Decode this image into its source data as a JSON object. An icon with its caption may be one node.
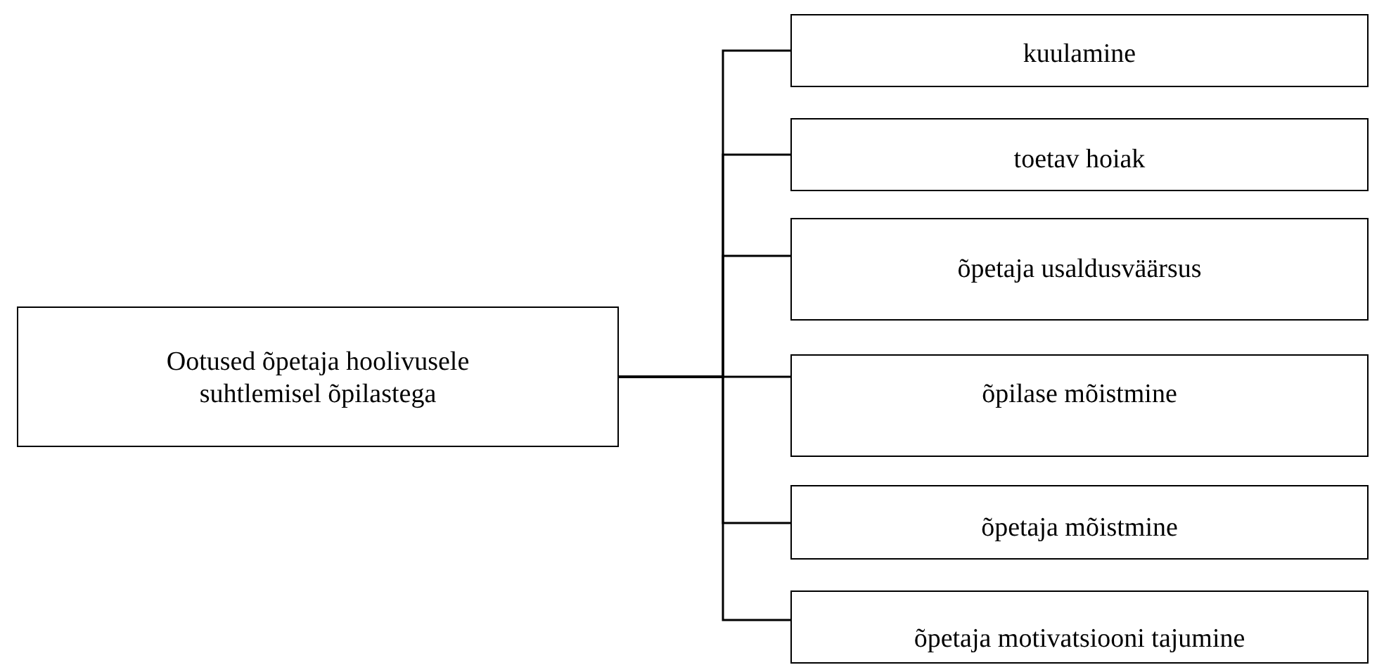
{
  "diagram": {
    "nodes": [
      {
        "text": [
          "Ootused õpetaja hoolivusele suhtlemisel õpilastega"
        ]
      },
      {
        "text": [
          "kuulamine"
        ]
      },
      {
        "text": [
          "toetav hoiak"
        ]
      },
      {
        "text": [
          "õpetaja usaldusväärsus"
        ]
      },
      {
        "text": [
          "õpilase mõistmine"
        ]
      },
      {
        "text": [
          "õpetaja mõistmine"
        ]
      },
      {
        "text": [
          "õpetaja motivatsiooni tajumine"
        ]
      }
    ],
    "edges": [
      {
        "from": 0,
        "to": 1,
        "arrow": "none"
      },
      {
        "from": 0,
        "to": 2,
        "arrow": "none"
      },
      {
        "from": 0,
        "to": 3,
        "arrow": "none"
      },
      {
        "from": 0,
        "to": 4,
        "arrow": "none"
      },
      {
        "from": 0,
        "to": 5,
        "arrow": "none"
      },
      {
        "from": 0,
        "to": 6,
        "arrow": "none"
      }
    ]
  }
}
